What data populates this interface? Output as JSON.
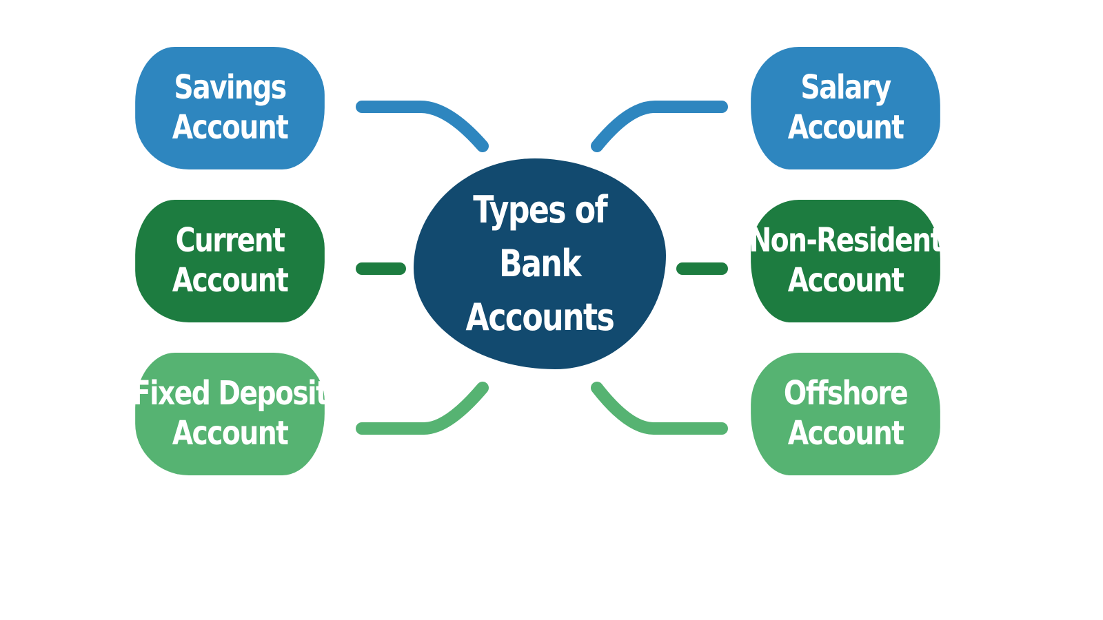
{
  "center": {
    "lines": [
      "Types of",
      "Bank",
      "Accounts"
    ],
    "color": "#124a6f"
  },
  "nodes": [
    {
      "id": "savings",
      "lines": [
        "Savings",
        "Account"
      ],
      "color": "#2e86bf"
    },
    {
      "id": "current",
      "lines": [
        "Current",
        "Account"
      ],
      "color": "#1d7c40"
    },
    {
      "id": "fixed-deposit",
      "lines": [
        "Fixed Deposit",
        "Account"
      ],
      "color": "#56b372"
    },
    {
      "id": "salary",
      "lines": [
        "Salary",
        "Account"
      ],
      "color": "#2e86bf"
    },
    {
      "id": "non-resident",
      "lines": [
        "Non-Resident",
        "Account"
      ],
      "color": "#1d7c40"
    },
    {
      "id": "offshore",
      "lines": [
        "Offshore",
        "Account"
      ],
      "color": "#56b372"
    }
  ],
  "connector_colors": {
    "blue": "#2e86bf",
    "dark_green": "#1d7c40",
    "light_green": "#56b372"
  }
}
